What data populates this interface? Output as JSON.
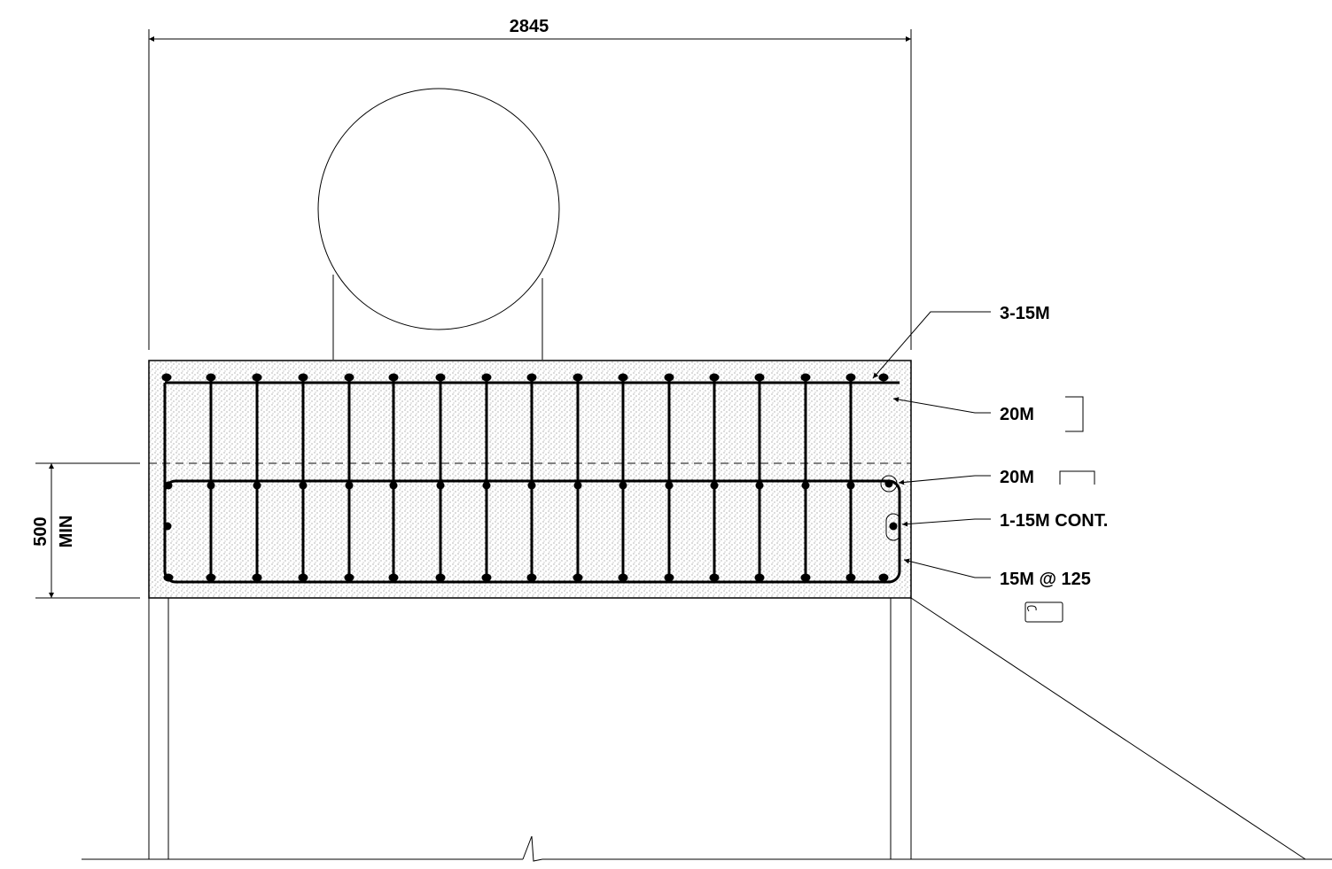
{
  "dimensions": {
    "width_label": "2845",
    "depth_value": "500",
    "depth_note": "MIN"
  },
  "callouts": {
    "top_bars": "3-15M",
    "vertical_bar": "20M",
    "horizontal_bar": "20M",
    "continuous_bar": "1-15M CONT.",
    "stirrups": "15M @ 125"
  },
  "colors": {
    "line": "#000000",
    "concrete_fill": "#e6e6e6",
    "background": "#ffffff"
  }
}
